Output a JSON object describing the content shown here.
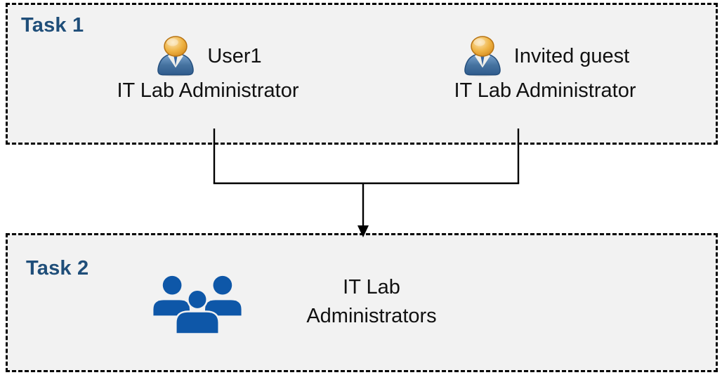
{
  "colors": {
    "box_background": "#F2F2F2",
    "box_border": "#000000",
    "task_label": "#1F4E79",
    "body_text": "#111111",
    "group_icon_blue": "#0E57A8",
    "connector": "#000000",
    "person_head_gold": "#EFB445",
    "person_body_blue": "#45729F"
  },
  "task1": {
    "label": "Task 1",
    "members": [
      {
        "icon": "person-icon",
        "name": "User1",
        "role": "IT Lab Administrator"
      },
      {
        "icon": "person-icon",
        "name": "Invited guest",
        "role": "IT Lab Administrator"
      }
    ]
  },
  "task2": {
    "label": "Task 2",
    "group": {
      "icon": "people-group-icon",
      "line1": "IT Lab",
      "line2": "Administrators"
    }
  }
}
